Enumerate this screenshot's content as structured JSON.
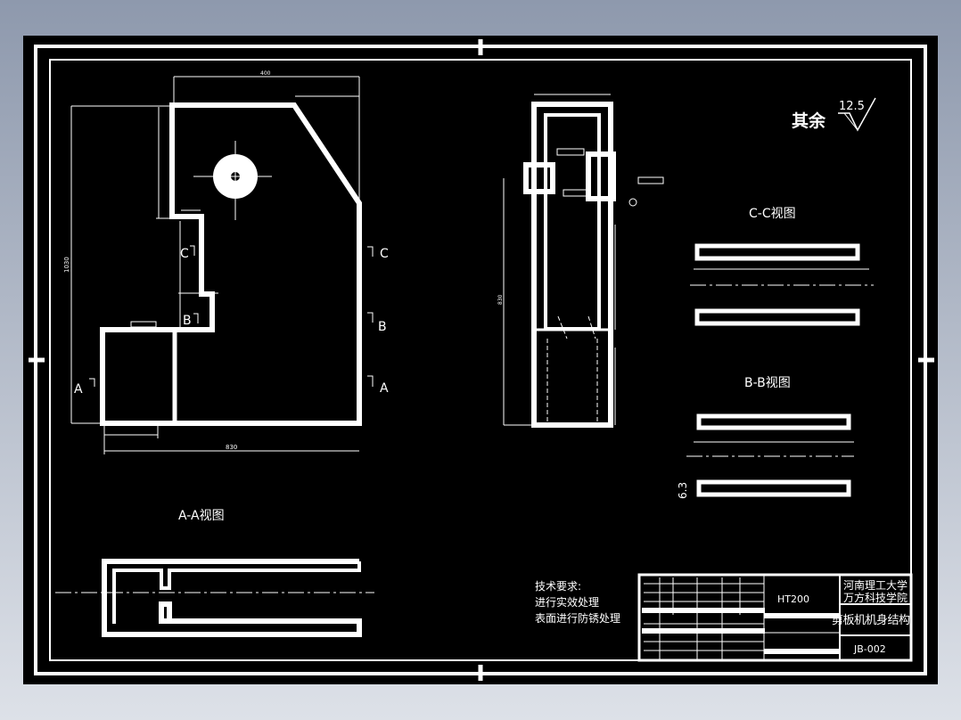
{
  "drawing": {
    "main_view": {
      "dim_width_top": "400",
      "dim_height": "1030",
      "dim_width_bottom": "830",
      "section_marks": [
        "A",
        "B",
        "C"
      ]
    },
    "side_view": {
      "dim_height": "830"
    },
    "section_titles": {
      "aa": "A-A视图",
      "cc": "C-C视图",
      "bb": "B-B视图"
    },
    "surface_finish": {
      "label": "其余",
      "value": "12.5",
      "bb_value": "6.3"
    },
    "technical_requirements": {
      "title": "技术要求:",
      "lines": [
        "进行实效处理",
        "表面进行防锈处理"
      ]
    },
    "title_block": {
      "material": "HT200",
      "school_line1": "河南理工大学",
      "school_line2": "万方科技学院",
      "part_name": "剪板机机身结构",
      "drawing_number": "JB-002"
    }
  },
  "colors": {
    "background": "#000000",
    "lines": "#ffffff"
  }
}
